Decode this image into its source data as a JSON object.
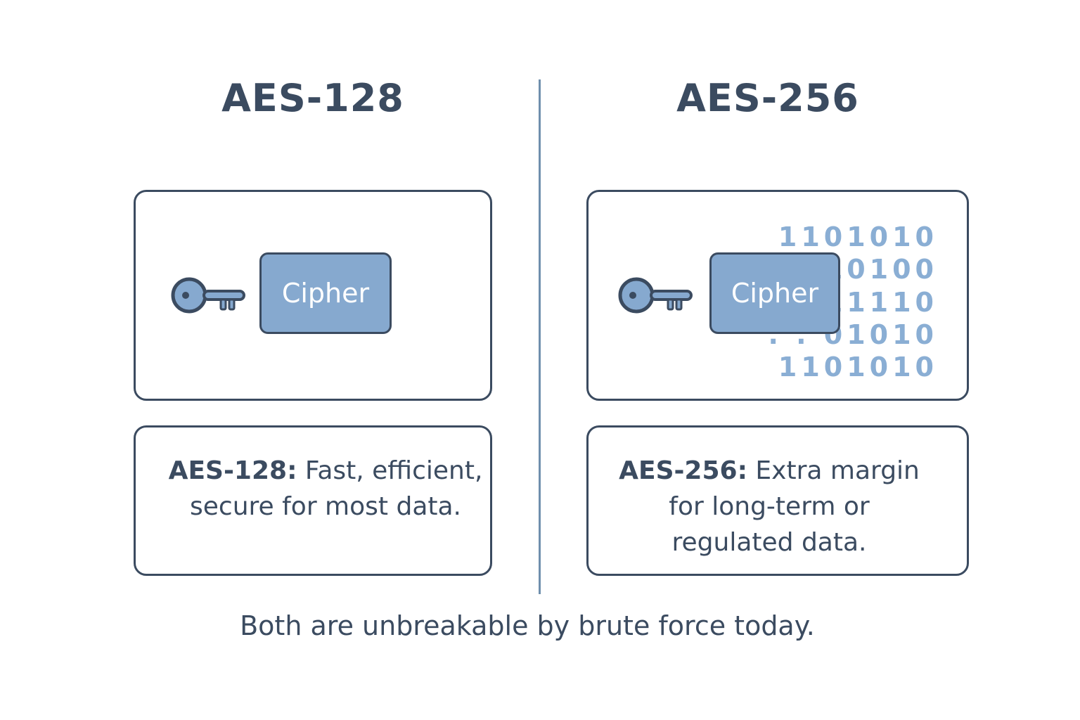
{
  "left": {
    "title": "AES-128",
    "cipher_label": "Cipher",
    "description": {
      "term": "AES-128:",
      "line1_rest": " Fast, efficient,",
      "line2": "secure for most data."
    }
  },
  "right": {
    "title": "AES-256",
    "cipher_label": "Cipher",
    "binary_lines": [
      "1101010",
      "10100",
      "11110",
      ". . 01010",
      "1101010"
    ],
    "description": {
      "term": "AES-256:",
      "line1_rest": " Extra margin",
      "line2": "for long-term or",
      "line3": "regulated data."
    }
  },
  "footer": "Both are unbreakable by brute force today.",
  "colors": {
    "outline": "#3b4b60",
    "cipher_fill": "#86a9cf",
    "binary_text": "#8aaed4",
    "divider": "#6f8fad"
  },
  "icons": [
    "key-icon"
  ]
}
